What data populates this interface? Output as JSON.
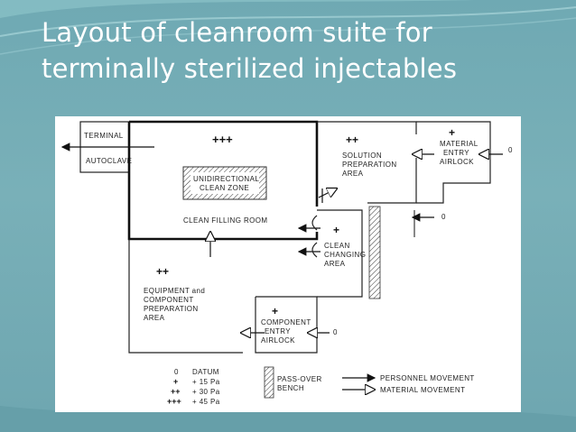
{
  "slide": {
    "title_line1": "Layout of cleanroom suite for",
    "title_line2": "terminally sterilized injectables",
    "accent_color": "#6fa9b3"
  },
  "diagram": {
    "rooms": {
      "terminal": "TERMINAL",
      "autoclave": "AUTOCLAVE",
      "unidirectional_1": "UNIDIRECTIONAL",
      "unidirectional_2": "CLEAN ZONE",
      "clean_filling_room": "CLEAN FILLING ROOM",
      "solution_1": "SOLUTION",
      "solution_2": "PREPARATION",
      "solution_3": "AREA",
      "material_1": "MATERIAL",
      "material_2": "ENTRY",
      "material_3": "AIRLOCK",
      "clean_changing_1": "CLEAN",
      "clean_changing_2": "CHANGING",
      "clean_changing_3": "AREA",
      "equipment_1": "EQUIPMENT and",
      "equipment_2": "COMPONENT",
      "equipment_3": "PREPARATION",
      "equipment_4": "AREA",
      "component_1": "COMPONENT",
      "component_2": "ENTRY",
      "component_3": "AIRLOCK"
    },
    "pressure_marks": {
      "filling": "+++",
      "solution": "++",
      "material": "+",
      "changing": "+",
      "equipment": "++",
      "component": "+",
      "outside_material": "0",
      "outside_corridor": "0",
      "outside_component": "0"
    },
    "legend": {
      "datum_symbol": "0",
      "datum_label": "DATUM",
      "p15_symbol": "+",
      "p15_label": "+ 15 Pa",
      "p30_symbol": "++",
      "p30_label": "+ 30 Pa",
      "p45_symbol": "+++",
      "p45_label": "+ 45 Pa",
      "bench_1": "PASS-OVER",
      "bench_2": "BENCH",
      "personnel": "PERSONNEL MOVEMENT",
      "material": "MATERIAL MOVEMENT"
    }
  }
}
